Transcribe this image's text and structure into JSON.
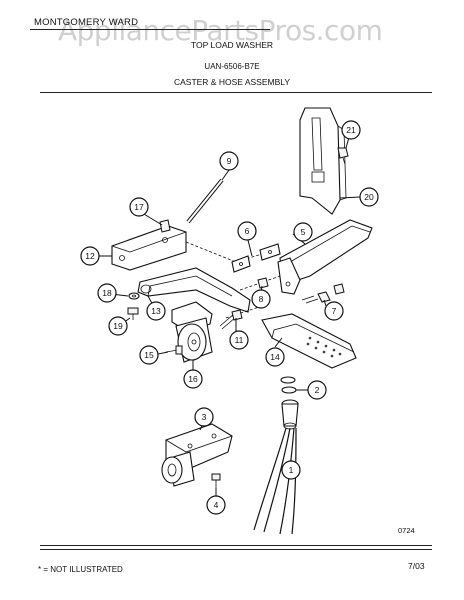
{
  "header": {
    "brand": "MONTGOMERY WARD",
    "watermark": "AppliancePartsPros.com",
    "product": "TOP LOAD WASHER",
    "model": "UAN-6506-B7E",
    "assembly": "CASTER & HOSE ASSEMBLY"
  },
  "footer": {
    "footnote": "* = NOT ILLUSTRATED",
    "date": "7/03",
    "figure_code": "0724"
  },
  "callouts": [
    "1",
    "2",
    "3",
    "4",
    "5",
    "6",
    "7",
    "8",
    "9",
    "11",
    "12",
    "13",
    "14",
    "15",
    "16",
    "17",
    "18",
    "19",
    "20",
    "21"
  ]
}
